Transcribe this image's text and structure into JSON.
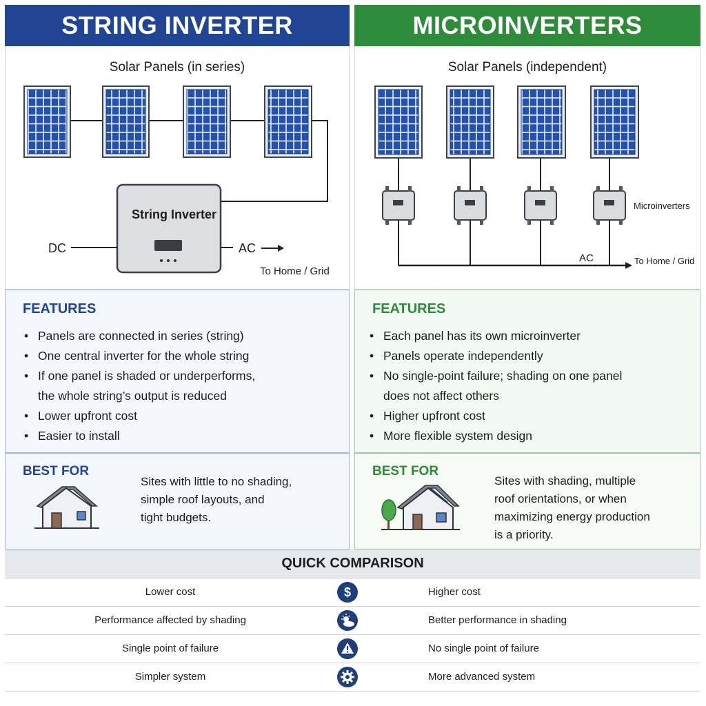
{
  "left": {
    "header": "STRING INVERTER",
    "diagram_title": "Solar Panels (in series)",
    "inverter_label": "String Inverter",
    "dc_label": "DC",
    "ac_label": "AC",
    "home_label": "To Home / Grid",
    "features_title": "FEATURES",
    "features": [
      "Panels are connected in series (string)",
      "One central inverter for the whole string",
      "If one panel is shaded or underperforms,\nthe whole string’s output is reduced",
      "Lower upfront cost",
      "Easier to install"
    ],
    "best_title": "BEST FOR",
    "best_text": "Sites with little to no shading,\nsimple roof layouts, and\ntight budgets."
  },
  "right": {
    "header": "MICROINVERTERS",
    "diagram_title": "Solar Panels (independent)",
    "micro_label": "Microinverters",
    "ac_label": "AC",
    "home_label": "To Home / Grid",
    "features_title": "FEATURES",
    "features": [
      "Each panel has its own microinverter",
      "Panels operate independently",
      "No single-point failure; shading on one panel\ndoes not affect others",
      "Higher upfront cost",
      "More flexible system design"
    ],
    "best_title": "BEST FOR",
    "best_text": "Sites with shading, multiple\nroof orientations, or when\nmaximizing energy production\nis a priority."
  },
  "comparison": {
    "title": "QUICK COMPARISON",
    "rows": [
      {
        "left": "Lower cost",
        "icon": "dollar-icon",
        "right": "Higher cost"
      },
      {
        "left": "Performance affected by shading",
        "icon": "sun-cloud-icon",
        "right": "Better performance in shading"
      },
      {
        "left": "Single point of failure",
        "icon": "warning-icon",
        "right": "No single point of failure"
      },
      {
        "left": "Simpler system",
        "icon": "gear-icon",
        "right": "More advanced system"
      }
    ]
  },
  "colors": {
    "string_accent": "#1f4594",
    "micro_accent": "#2e8b3a",
    "panel_blue": "#1f4fa8",
    "icon_navy": "#1e3f7a"
  }
}
